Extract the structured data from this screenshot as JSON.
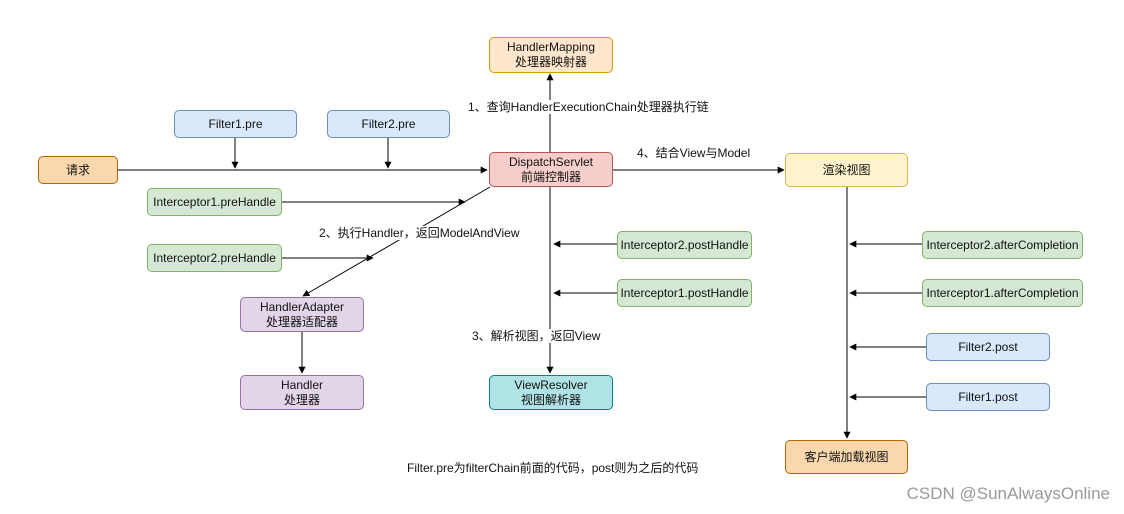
{
  "nodes": {
    "request": "请求",
    "filter1_pre": "Filter1.pre",
    "filter2_pre": "Filter2.pre",
    "handler_mapping": {
      "line1": "HandlerMapping",
      "line2": "处理器映射器"
    },
    "dispatch_servlet": {
      "line1": "DispatchServlet",
      "line2": "前端控制器"
    },
    "interceptor1_pre": "Interceptor1.preHandle",
    "interceptor2_pre": "Interceptor2.preHandle",
    "handler_adapter": {
      "line1": "HandlerAdapter",
      "line2": "处理器适配器"
    },
    "handler": {
      "line1": "Handler",
      "line2": "处理器"
    },
    "interceptor2_post": "Interceptor2.postHandle",
    "interceptor1_post": "Interceptor1.postHandle",
    "view_resolver": {
      "line1": "ViewResolver",
      "line2": "视图解析器"
    },
    "render_view": "渲染视图",
    "interceptor2_after": "Interceptor2.afterCompletion",
    "interceptor1_after": "Interceptor1.afterCompletion",
    "filter2_post": "Filter2.post",
    "filter1_post": "Filter1.post",
    "client_view": "客户端加载视图"
  },
  "labels": {
    "step1": "1、查询HandlerExecutionChain处理器执行链",
    "step2": "2、执行Handler，返回ModelAndView",
    "step3": "3、解析视图，返回View",
    "step4": "4、结合View与Model",
    "note": "Filter.pre为filterChain前面的代码，post则为之后的代码"
  },
  "watermark": "CSDN @SunAlwaysOnline"
}
